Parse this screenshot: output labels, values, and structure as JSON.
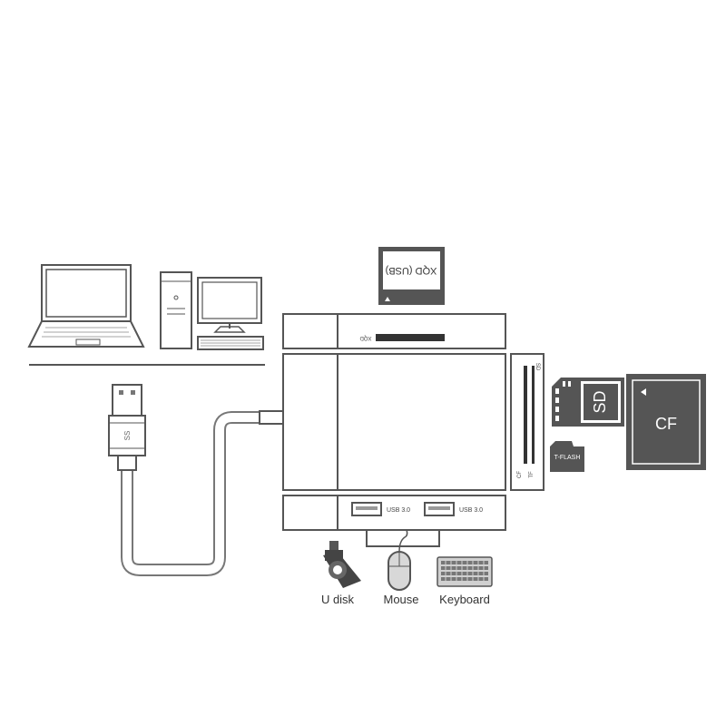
{
  "cards": {
    "xqd_card_label": "XQD (USB)",
    "sd_card_label": "SD",
    "cf_card_label": "CF",
    "tflash_card_label": "T-FLASH"
  },
  "hub": {
    "xqd_slot_label": "XQD",
    "sd_slot_label": "SD",
    "cf_slot_label": "CF",
    "tf_slot_label": "TF",
    "usb_port_1_label": "USB 3.0",
    "usb_port_2_label": "USB 3.0"
  },
  "cable": {
    "plug_logo_text": "SS"
  },
  "devices": {
    "udisk_label": "U disk",
    "mouse_label": "Mouse",
    "keyboard_label": "Keyboard"
  }
}
